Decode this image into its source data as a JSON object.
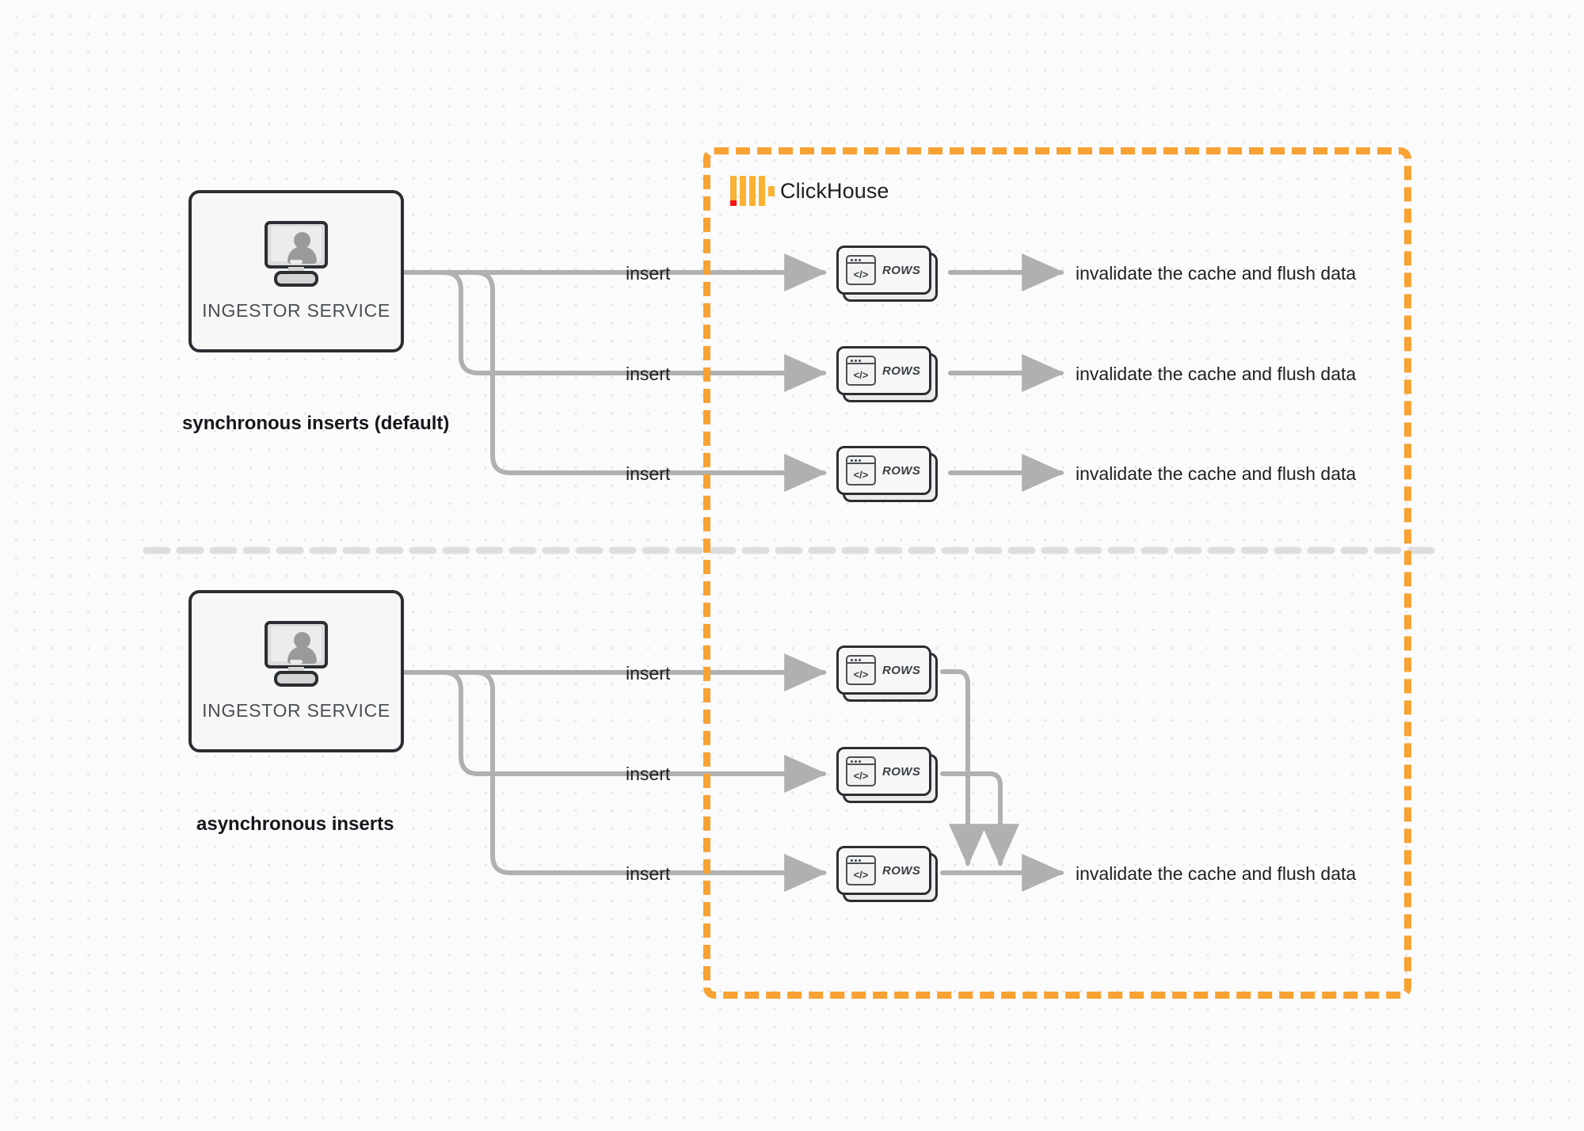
{
  "diagram": {
    "title": "ClickHouse synchronous vs asynchronous inserts",
    "background_color": "#fbfbfb",
    "accent_color": "#f7a233",
    "line_color": "#b0b0b0"
  },
  "clickhouse": {
    "name": "ClickHouse",
    "logo_icon": "clickhouse-logo-icon",
    "boundary_style": "dashed",
    "boundary_color": "#f7a233"
  },
  "sections": [
    {
      "id": "synchronous",
      "caption": "synchronous inserts (default)",
      "ingestor": {
        "label": "INGESTOR SERVICE",
        "icon": "monitor-user-icon"
      },
      "flows": [
        {
          "insert_label": "insert",
          "rows_label": "ROWS",
          "rows_icon": "code-window-icon",
          "result_label": "invalidate the cache and flush data"
        },
        {
          "insert_label": "insert",
          "rows_label": "ROWS",
          "rows_icon": "code-window-icon",
          "result_label": "invalidate the cache and flush data"
        },
        {
          "insert_label": "insert",
          "rows_label": "ROWS",
          "rows_icon": "code-window-icon",
          "result_label": "invalidate the cache and flush data"
        }
      ]
    },
    {
      "id": "asynchronous",
      "caption": "asynchronous inserts",
      "ingestor": {
        "label": "INGESTOR SERVICE",
        "icon": "monitor-user-icon"
      },
      "flows": [
        {
          "insert_label": "insert",
          "rows_label": "ROWS",
          "rows_icon": "code-window-icon"
        },
        {
          "insert_label": "insert",
          "rows_label": "ROWS",
          "rows_icon": "code-window-icon"
        },
        {
          "insert_label": "insert",
          "rows_label": "ROWS",
          "rows_icon": "code-window-icon"
        }
      ],
      "merged_result_label": "invalidate the cache and flush data"
    }
  ],
  "divider": {
    "style": "dashed",
    "color": "#dcdcdc"
  }
}
